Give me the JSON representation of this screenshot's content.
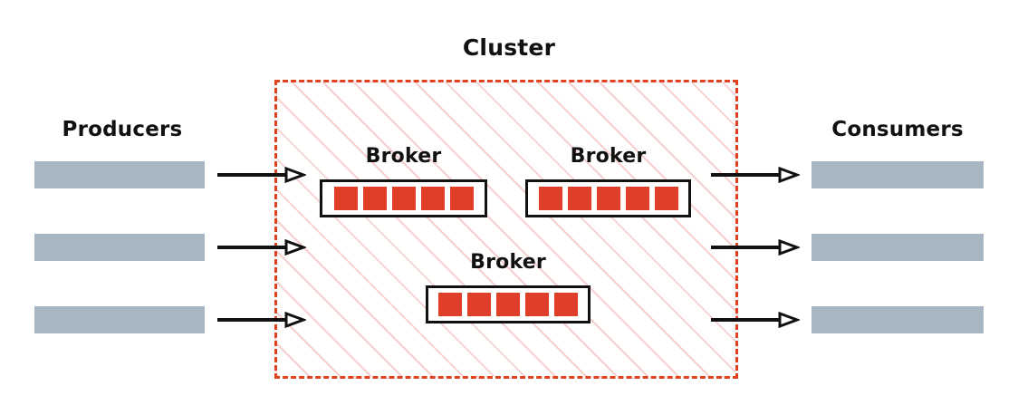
{
  "diagram": {
    "title": "Cluster",
    "type": "kafka-cluster-architecture",
    "colors": {
      "cluster_border": "#e0411f",
      "cluster_hatch": "#f7cfcf",
      "partition_square": "#e03e28",
      "endpoint_bar": "#a8b5c3",
      "arrow": "#111111",
      "broker_border": "#111111",
      "background": "#ffffff"
    }
  },
  "left": {
    "title": "Producers",
    "items": [
      {
        "id": "producer-1"
      },
      {
        "id": "producer-2"
      },
      {
        "id": "producer-3"
      }
    ]
  },
  "right": {
    "title": "Consumers",
    "items": [
      {
        "id": "consumer-1"
      },
      {
        "id": "consumer-2"
      },
      {
        "id": "consumer-3"
      }
    ]
  },
  "cluster": {
    "label": "Cluster",
    "brokers": [
      {
        "label": "Broker",
        "partitions": 5
      },
      {
        "label": "Broker",
        "partitions": 5
      },
      {
        "label": "Broker",
        "partitions": 5
      }
    ]
  },
  "arrows": {
    "inbound": [
      {
        "id": "producer-1-to-cluster"
      },
      {
        "id": "producer-2-to-cluster"
      },
      {
        "id": "producer-3-to-cluster"
      }
    ],
    "outbound": [
      {
        "id": "cluster-to-consumer-1"
      },
      {
        "id": "cluster-to-consumer-2"
      },
      {
        "id": "cluster-to-consumer-3"
      }
    ]
  }
}
